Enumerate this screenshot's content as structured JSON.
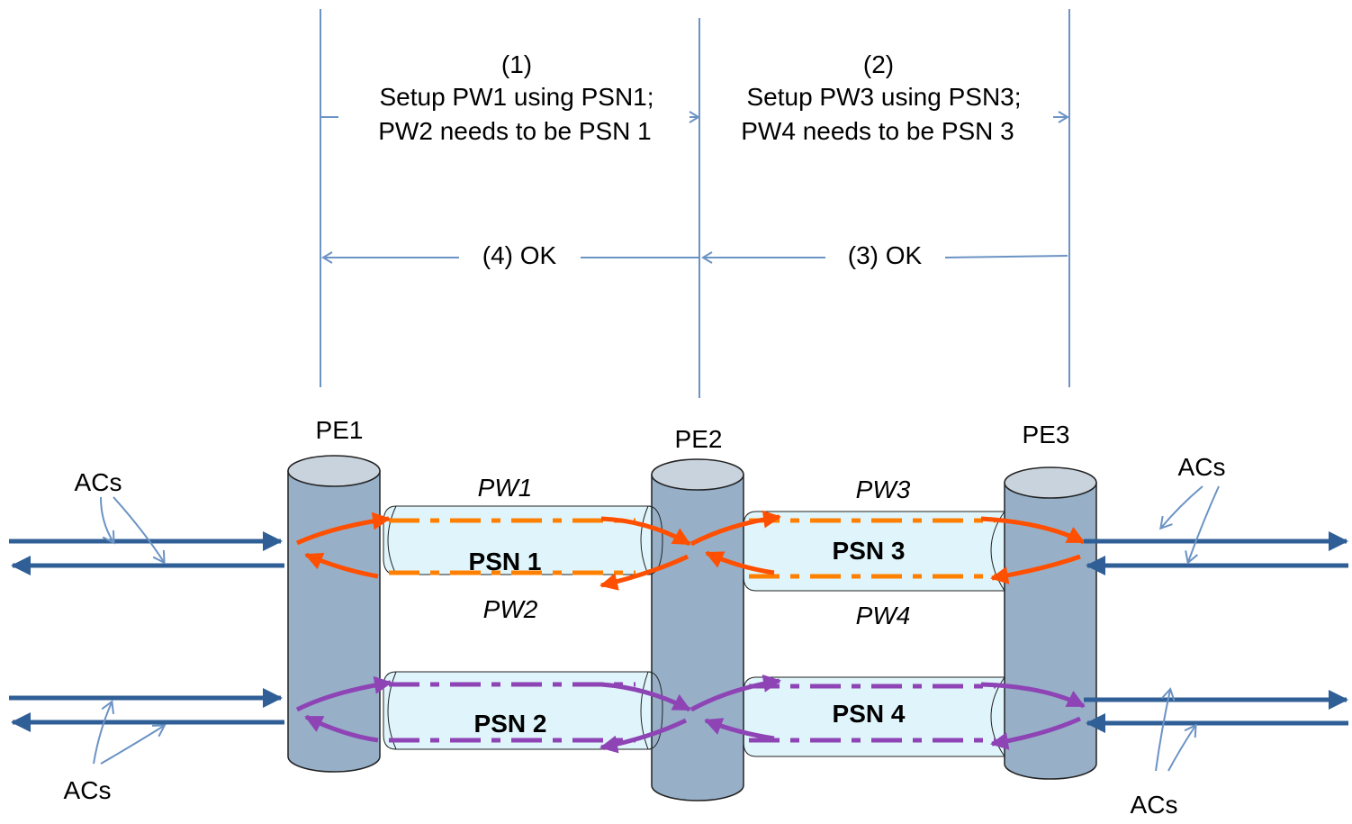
{
  "nodes": {
    "pe1": "PE1",
    "pe2": "PE2",
    "pe3": "PE3"
  },
  "psns": {
    "psn1": "PSN 1",
    "psn2": "PSN 2",
    "psn3": "PSN 3",
    "psn4": "PSN 4"
  },
  "pws": {
    "pw1": "PW1",
    "pw2": "PW2",
    "pw3": "PW3",
    "pw4": "PW4"
  },
  "acs_label": "ACs",
  "messages": {
    "m1": {
      "num": "(1)",
      "line1": "Setup PW1 using PSN1;",
      "line2": "PW2 needs to be PSN 1"
    },
    "m2": {
      "num": "(2)",
      "line1": "Setup PW3 using PSN3;",
      "line2": "PW4 needs to be PSN 3"
    },
    "m3": "(3) OK",
    "m4": "(4) OK"
  },
  "colors": {
    "timeline": "#6b93c4",
    "ac_arrow": "#2f5f96",
    "pe_body": "#97b0c8",
    "pe_top": "#c9d3dd",
    "tunnel_fill": "#dff5fb",
    "pw_orange_dash": "#ff7f00",
    "pw_orange_arrow": "#ff4f00",
    "pw_purple": "#8e44b5"
  }
}
